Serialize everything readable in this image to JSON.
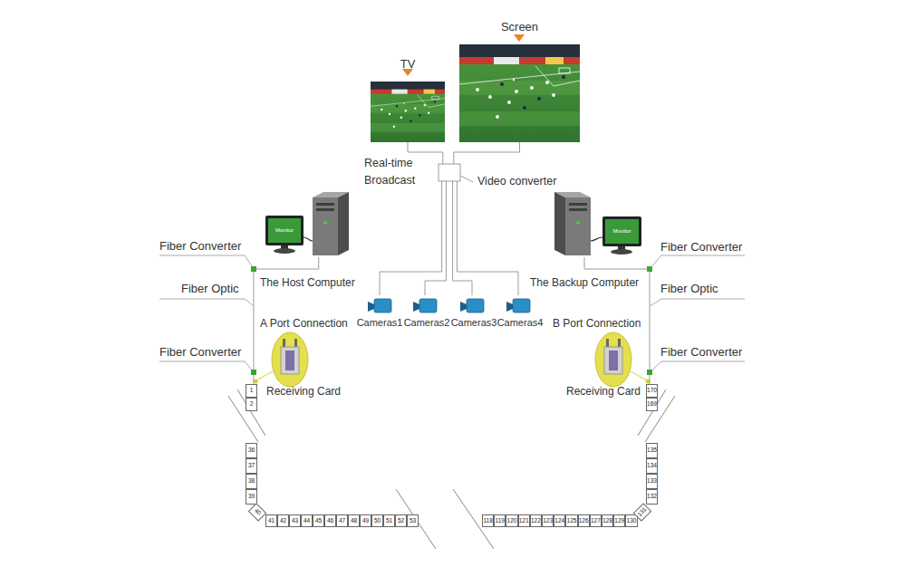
{
  "diagram": {
    "nodes": [
      {
        "text": [
          "TV"
        ]
      },
      {
        "text": [
          "Screen"
        ]
      },
      {
        "text": [
          "Video converter"
        ]
      },
      {
        "text": [
          "The Host Computer"
        ]
      },
      {
        "text": [
          "The Backup Computer"
        ]
      },
      {
        "text": [
          "Cameras1"
        ]
      },
      {
        "text": [
          "Cameras2"
        ]
      },
      {
        "text": [
          "Cameras3"
        ]
      },
      {
        "text": [
          "Cameras4"
        ]
      },
      {
        "text": [
          "Receiving Card"
        ]
      },
      {
        "text": [
          "Receiving Card"
        ]
      },
      {
        "text": [
          "1"
        ]
      },
      {
        "text": [
          "2"
        ]
      },
      {
        "text": [
          "36"
        ]
      },
      {
        "text": [
          "37"
        ]
      },
      {
        "text": [
          "38"
        ]
      },
      {
        "text": [
          "39"
        ]
      },
      {
        "text": [
          "40"
        ]
      },
      {
        "text": [
          "41"
        ]
      },
      {
        "text": [
          "42"
        ]
      },
      {
        "text": [
          "43"
        ]
      },
      {
        "text": [
          "44"
        ]
      },
      {
        "text": [
          "45"
        ]
      },
      {
        "text": [
          "46"
        ]
      },
      {
        "text": [
          "47"
        ]
      },
      {
        "text": [
          "48"
        ]
      },
      {
        "text": [
          "49"
        ]
      },
      {
        "text": [
          "50"
        ]
      },
      {
        "text": [
          "51"
        ]
      },
      {
        "text": [
          "52"
        ]
      },
      {
        "text": [
          "53"
        ]
      },
      {
        "text": [
          "118"
        ]
      },
      {
        "text": [
          "119"
        ]
      },
      {
        "text": [
          "120"
        ]
      },
      {
        "text": [
          "121"
        ]
      },
      {
        "text": [
          "122"
        ]
      },
      {
        "text": [
          "123"
        ]
      },
      {
        "text": [
          "124"
        ]
      },
      {
        "text": [
          "125"
        ]
      },
      {
        "text": [
          "126"
        ]
      },
      {
        "text": [
          "127"
        ]
      },
      {
        "text": [
          "128"
        ]
      },
      {
        "text": [
          "129"
        ]
      },
      {
        "text": [
          "130"
        ]
      },
      {
        "text": [
          "131"
        ]
      },
      {
        "text": [
          "132"
        ]
      },
      {
        "text": [
          "133"
        ]
      },
      {
        "text": [
          "134"
        ]
      },
      {
        "text": [
          "135"
        ]
      },
      {
        "text": [
          "169"
        ]
      },
      {
        "text": [
          "170"
        ]
      }
    ],
    "edges": [
      {
        "from": 2,
        "to": 0,
        "arrow": "none"
      },
      {
        "from": 2,
        "to": 1,
        "arrow": "none"
      },
      {
        "from": 2,
        "to": 5,
        "arrow": "none"
      },
      {
        "from": 2,
        "to": 6,
        "arrow": "none"
      },
      {
        "from": 2,
        "to": 7,
        "arrow": "none"
      },
      {
        "from": 2,
        "to": 8,
        "arrow": "none"
      },
      {
        "from": 3,
        "to": 11,
        "arrow": "none"
      },
      {
        "from": 4,
        "to": 50,
        "arrow": "none"
      }
    ],
    "labels": [
      "Real-time Broadcast",
      "Fiber Converter",
      "Fiber Converter",
      "Monitor",
      "Monitor",
      "Fiber Optic",
      "Fiber Optic",
      "A Port Connection",
      "B Port Connection",
      "Fiber Converter",
      "Fiber Converter"
    ]
  }
}
